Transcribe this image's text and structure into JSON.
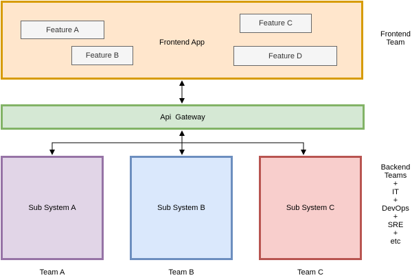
{
  "frontend": {
    "title": "Frontend App",
    "features": [
      "Feature A",
      "Feature B",
      "Feature C",
      "Feature D"
    ]
  },
  "gateway": {
    "label": "Api  Gateway"
  },
  "subsystems": [
    {
      "label": "Sub System A",
      "team": "Team A"
    },
    {
      "label": "Sub System B",
      "team": "Team B"
    },
    {
      "label": "Sub System C",
      "team": "Team C"
    }
  ],
  "side_labels": {
    "frontend_team": [
      "Frontend",
      "Team"
    ],
    "backend_teams": [
      "Backend",
      "Teams",
      "+",
      "IT",
      "+",
      "DevOps",
      "+",
      "SRE",
      "+",
      "etc"
    ]
  },
  "colors": {
    "frontend_fill": "#ffe6cc",
    "frontend_stroke": "#d79b00",
    "gateway_fill": "#d5e8d4",
    "gateway_stroke": "#82b366",
    "subsystem_a_fill": "#e1d5e7",
    "subsystem_b_fill": "#dae8fc",
    "subsystem_c_fill": "#f8cecc"
  }
}
